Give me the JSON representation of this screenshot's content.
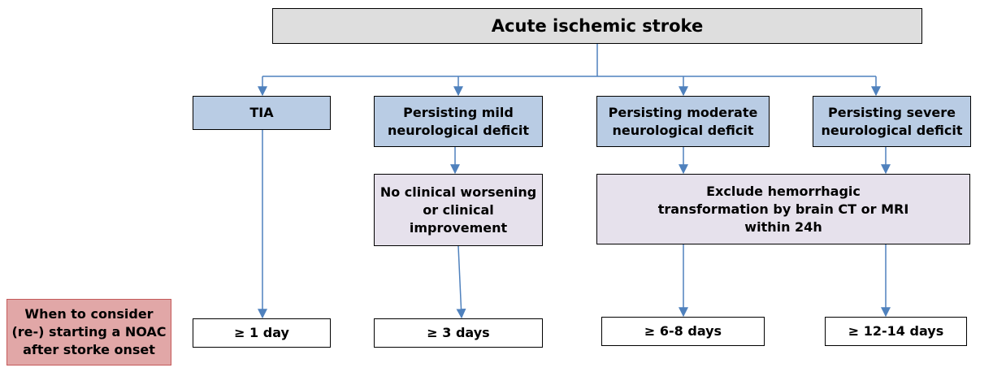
{
  "title": "Acute ischemic stroke",
  "categories": [
    "TIA",
    "Persisting mild\nneurological deficit",
    "Persisting moderate\nneurological deficit",
    "Persisting severe\nneurological deficit"
  ],
  "conditions": [
    "No clinical worsening\nor clinical\nimprovement",
    "Exclude hemorrhagic\ntransformation by  brain CT or MRI\nwithin 24h"
  ],
  "timings": [
    "≥ 1 day",
    "≥ 3 days",
    "≥ 6-8 days",
    "≥ 12-14 days"
  ],
  "row_label": "When to consider\n(re-) starting a NOAC\nafter storke onset",
  "colors": {
    "top_fill": "#dedede",
    "category_fill": "#b9cce4",
    "condition_fill": "#e6e1ec",
    "row_label_fill": "#e1a7a7",
    "arrow": "#4f81bd"
  }
}
